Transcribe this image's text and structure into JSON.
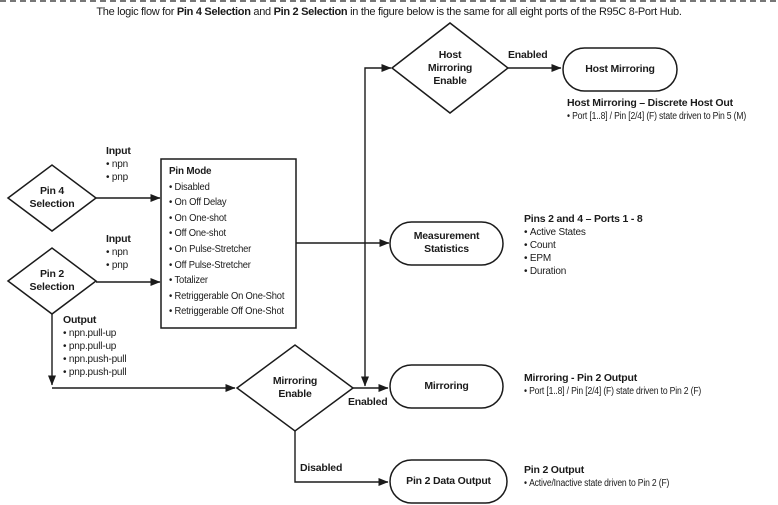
{
  "title": {
    "part1": "The logic flow for ",
    "bold1": "Pin 4 Selection",
    "part2": " and ",
    "bold2": "Pin 2 Selection",
    "part3": " in the figure below is the same for all eight ports of the R95C 8-Port Hub."
  },
  "decisions": {
    "pin4": {
      "lines": [
        "Pin 4",
        "Selection"
      ]
    },
    "pin2": {
      "lines": [
        "Pin 2",
        "Selection"
      ]
    },
    "host_mirroring_enable": {
      "lines": [
        "Host",
        "Mirroring",
        "Enable"
      ]
    },
    "mirroring_enable": {
      "lines": [
        "Mirroring",
        "Enable"
      ]
    }
  },
  "processes": {
    "host_mirroring": {
      "label": "Host Mirroring"
    },
    "measurement_statistics": {
      "lines": [
        "Measurement",
        "Statistics"
      ]
    },
    "mirroring": {
      "label": "Mirroring"
    },
    "pin2_data_output": {
      "label": "Pin 2 Data Output"
    }
  },
  "pin_mode": {
    "header": "Pin Mode",
    "items": [
      "Disabled",
      "On Off Delay",
      "On One-shot",
      "Off One-shot",
      "On Pulse-Stretcher",
      "Off Pulse-Stretcher",
      "Totalizer",
      "Retriggerable On One-Shot",
      "Retriggerable Off One-Shot"
    ]
  },
  "io_labels": {
    "pin4_input": {
      "header": "Input",
      "items": [
        "npn",
        "pnp"
      ]
    },
    "pin2_input": {
      "header": "Input",
      "items": [
        "npn",
        "pnp"
      ]
    },
    "pin2_output": {
      "header": "Output",
      "items": [
        "npn.pull-up",
        "pnp.pull-up",
        "npn.push-pull",
        "pnp.push-pull"
      ]
    }
  },
  "edge_labels": {
    "host_enabled": "Enabled",
    "mirroring_enabled": "Enabled",
    "mirroring_disabled": "Disabled"
  },
  "annotations": {
    "host_mirroring": {
      "header": "Host Mirroring – Discrete Host Out",
      "items": [
        "Port [1..8] / Pin [2/4] (F) state driven to Pin 5 (M)"
      ]
    },
    "measurement": {
      "header": "Pins 2 and 4 – Ports 1 - 8",
      "items": [
        "Active States",
        "Count",
        "EPM",
        "Duration"
      ]
    },
    "mirroring": {
      "header": "Mirroring - Pin 2 Output",
      "items": [
        "Port [1..8] / Pin [2/4] (F) state driven to Pin 2 (F)"
      ]
    },
    "pin2_output": {
      "header": "Pin 2 Output",
      "items": [
        "Active/Inactive state driven to Pin 2 (F)"
      ]
    }
  },
  "colors": {
    "ink": "#1b1b1b",
    "background": "#ffffff"
  }
}
